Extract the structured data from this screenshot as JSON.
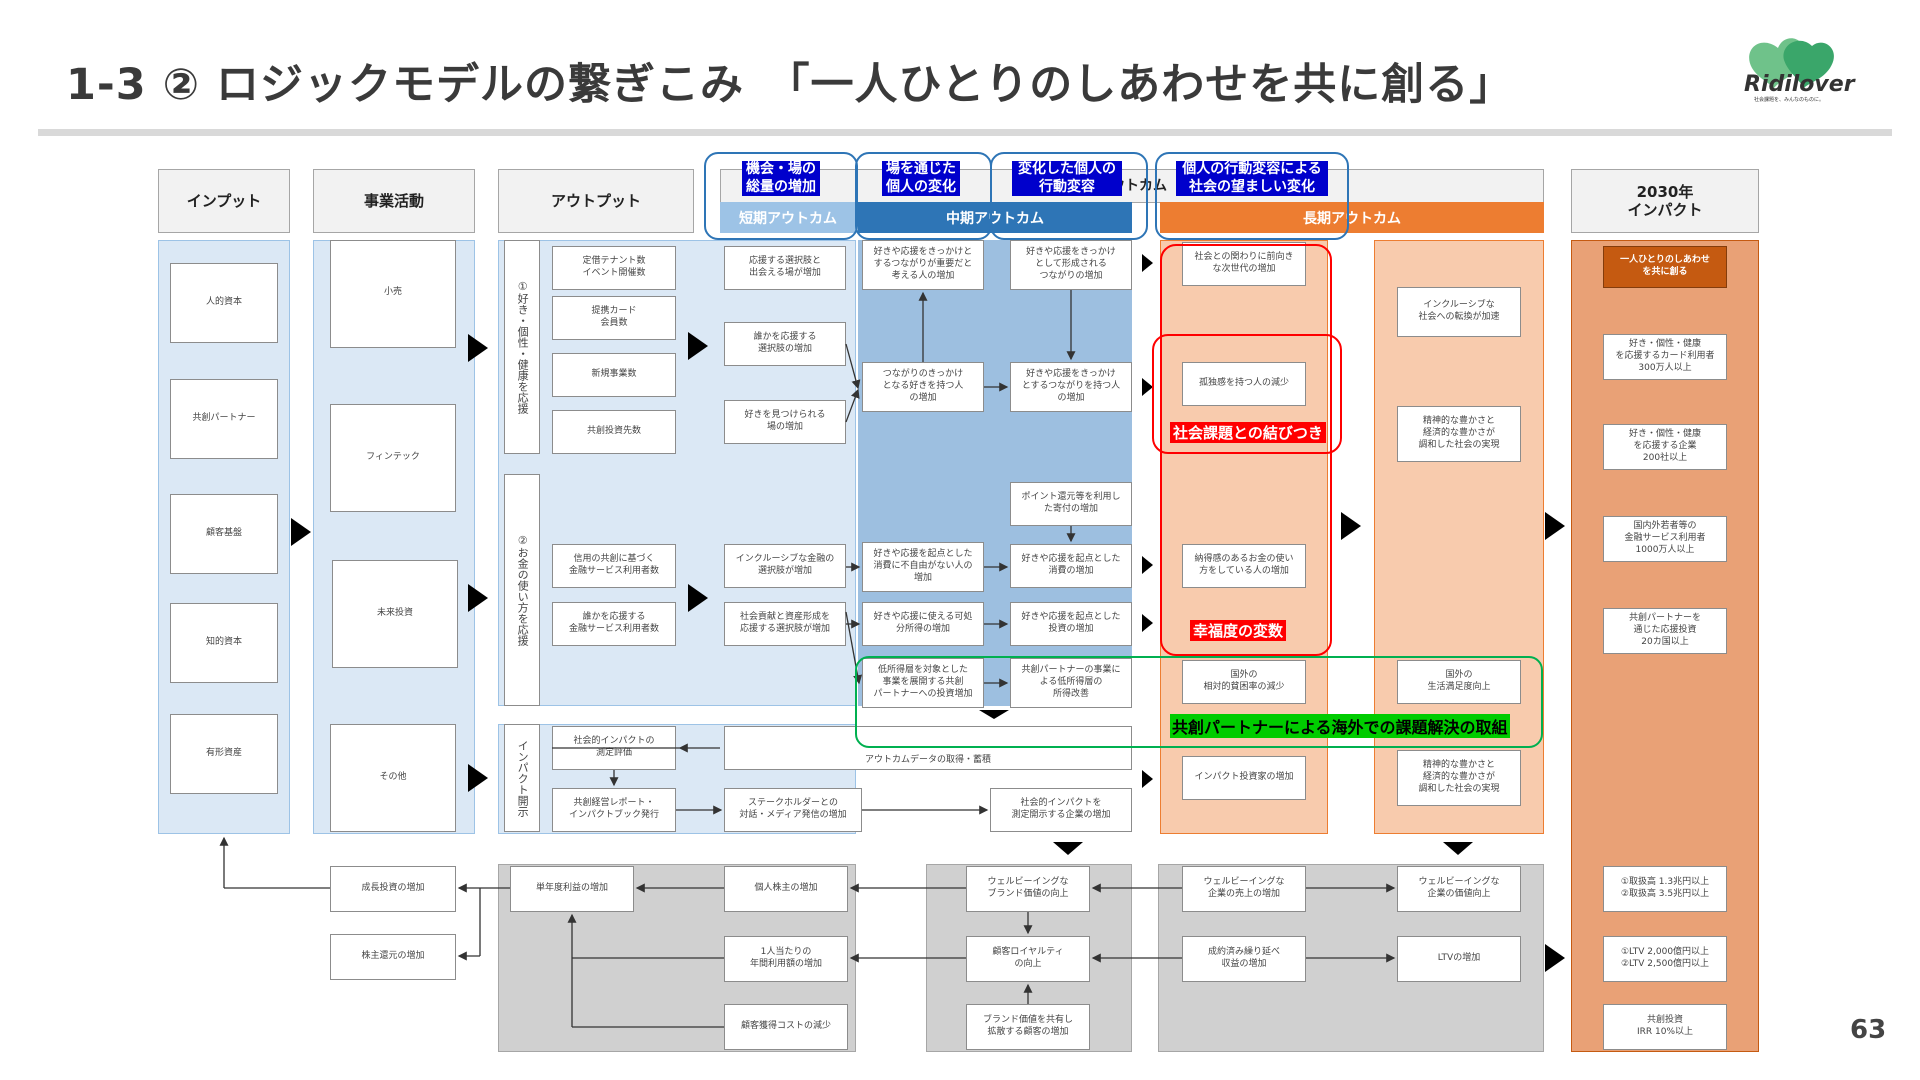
{
  "title": "1-3 ② ロジックモデルの繋ぎこみ　「一人ひとりのしあわせを共に創る」",
  "logo": {
    "text": "Ridilover",
    "tagline": "社会課題を、みんなのものに。"
  },
  "page_number": "63",
  "headers": {
    "input": "インプット",
    "activities": "事業活動",
    "output": "アウトプット",
    "outcome": "アウトカム",
    "short": "短期アウトカム",
    "mid": "中期アウトカム",
    "long": "長期アウトカム",
    "impact": "2030年\nインパクト"
  },
  "tags": {
    "t1": "機会・場の\n総量の増加",
    "t2": "場を通じた\n個人の変化",
    "t3": "変化した個人の\n行動変容",
    "t4": "個人の行動変容による\n社会の望ましい変化"
  },
  "inputs": [
    "人的資本",
    "共創パートナー",
    "顧客基盤",
    "知的資本",
    "有形資産"
  ],
  "activities": [
    "小売",
    "フィンテック",
    "未来投資",
    "その他"
  ],
  "output_groups": {
    "g1": "①好き・個性・健康を応援",
    "g2": "②お金の使い方を応援",
    "g3": "インパクト開示"
  },
  "outputs": {
    "o1": "定借テナント数\nイベント開催数",
    "o2": "提携カード\n会員数",
    "o3": "新規事業数",
    "o4": "共創投資先数",
    "o5": "信用の共創に基づく\n金融サービス利用者数",
    "o6": "誰かを応援する\n金融サービス利用者数",
    "o7": "社会的インパクトの\n測定評価",
    "o8": "共創経営レポート・\nインパクトブック発行"
  },
  "short": {
    "s1": "応援する選択肢と\n出会える場が増加",
    "s2": "誰かを応援する\n選択肢の増加",
    "s3": "好きを見つけられる\n場の増加",
    "s4": "インクルーシブな金融の\n選択肢が増加",
    "s5": "社会貢献と資産形成を\n応援する選択肢が増加",
    "s6": "ステークホルダーとの\n対話・メディア発信の増加"
  },
  "mid": {
    "m1": "好きや応援をきっかけと\nするつながりが重要だと\n考える人の増加",
    "m2": "好きや応援をきっかけ\nとして形成される\nつながりの増加",
    "m3": "つながりのきっかけ\nとなる好きを持つ人\nの増加",
    "m4": "好きや応援をきっかけ\nとするつながりを持つ人\nの増加",
    "m5": "ポイント還元等を利用し\nた寄付の増加",
    "m6": "好きや応援を起点とした\n消費に不自由がない人の\n増加",
    "m7": "好きや応援を起点とした\n消費の増加",
    "m8": "好きや応援に使える可処\n分所得の増加",
    "m9": "好きや応援を起点とした\n投資の増加",
    "m10": "低所得層を対象とした\n事業を展開する共創\nパートナーへの投資増加",
    "m11": "共創パートナーの事業に\nよる低所得層の\n所得改善",
    "m12": "社会的インパクトを\n測定開示する企業の増加",
    "banner": "アウトカムデータの取得・蓄積"
  },
  "long": {
    "l1": "社会との関わりに前向き\nな次世代の増加",
    "l2": "孤独感を持つ人の減少",
    "l3": "納得感のあるお金の使い\n方をしている人の増加",
    "l4": "国外の\n相対的貧困率の減少",
    "l5": "インパクト投資家の増加",
    "r1": "インクルーシブな\n社会への転換が加速",
    "r2": "精神的な豊かさと\n経済的な豊かさが\n調和した社会の実現",
    "r3": "国外の\n生活満足度向上",
    "r4": "精神的な豊かさと\n経済的な豊かさが\n調和した社会の実現"
  },
  "annotations": {
    "red1": "社会課題との結びつき",
    "red2": "幸福度の変数",
    "green": "共創パートナーによる海外での課題解決の取組"
  },
  "impact": {
    "top": "一人ひとりのしあわせ\nを共に創る",
    "i1": "好き・個性・健康\nを応援するカード利用者\n300万人以上",
    "i2": "好き・個性・健康\nを応援する企業\n200社以上",
    "i3": "国内外若者等の\n金融サービス利用者\n1000万人以上",
    "i4": "共創パートナーを\n通じた応援投資\n20カ国以上",
    "i5": "①取扱高 1.3兆円以上\n②取扱高 3.5兆円以上",
    "i6": "①LTV 2,000億円以上\n②LTV 2,500億円以上",
    "i7": "共創投資\nIRR 10%以上"
  },
  "bottom": {
    "b1": "成長投資の増加",
    "b2": "株主還元の増加",
    "b3": "単年度利益の増加",
    "b4": "個人株主の増加",
    "b5": "1人当たりの\n年間利用額の増加",
    "b6": "顧客獲得コストの減少",
    "b7": "ウェルビーイングな\nブランド価値の向上",
    "b8": "顧客ロイヤルティ\nの向上",
    "b9": "ブランド価値を共有し\n拡散する顧客の増加",
    "b10": "ウェルビーイングな\n企業の売上の増加",
    "b11": "成約済み繰り延べ\n収益の増加",
    "b12": "ウェルビーイングな\n企業の価値向上",
    "b13": "LTVの増加"
  },
  "colors": {
    "lightblue": "#dbe8f5",
    "midblue": "#9dbfe0",
    "blue_header": "#2e75b6",
    "short_header": "#9dc3e6",
    "orange": "#ed7d31",
    "lightorange": "#f8cbad",
    "impact_bg": "#e9a176",
    "impact_top": "#c55a11",
    "gray": "#d0d0d0",
    "red": "#ff0000",
    "green": "#00b050",
    "tagblue": "#0000cc"
  }
}
